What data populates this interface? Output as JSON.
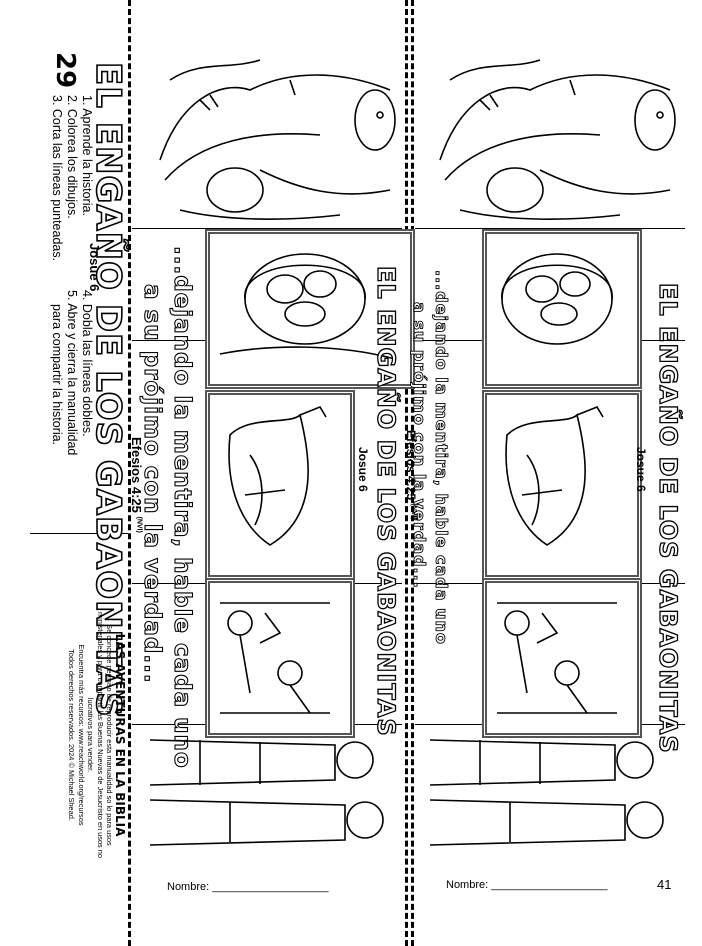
{
  "title": "EL ENGAÑO DE LOS GABAONITAS",
  "number": "29",
  "reference": "Josue 6",
  "verse": {
    "line1": "...dejando la mentira, hable cada uno",
    "line2": "a su prójimo con la verdad...",
    "citation": "Efesios 4:25",
    "version": "(NVI)"
  },
  "instructions": {
    "col1": [
      "1. Aprende la historia.",
      "2. Colorea los dibujos.",
      "3. Corta las líneas punteadas."
    ],
    "col2": [
      "4. Dobla las líneas dobles.",
      "5. Abre y cierra la manualidad",
      "para compartir la historia."
    ]
  },
  "credits": {
    "title": "LAS AVENTURAS EN LA BIBLIA",
    "lines": [
      "Se concede permiso de reproducir esta manualidad so lo para usos",
      "ministeriales y para compartir las Buenas Nuevas de Jesucristo en usos  no",
      "lucrativos para vender.",
      "Encuentra más recursos: www.reachworld.org/recursos",
      "Todos derechos reservados.  2024 © Michael  Shead."
    ]
  },
  "nombre_label": "Nombre: ___________________",
  "page_number": "41",
  "icons": [
    "gibeonites-travelers-illustration",
    "bread-basket-illustration",
    "wineskin-illustration",
    "israelite-camp-illustration",
    "joshua-and-leaders-illustration"
  ]
}
